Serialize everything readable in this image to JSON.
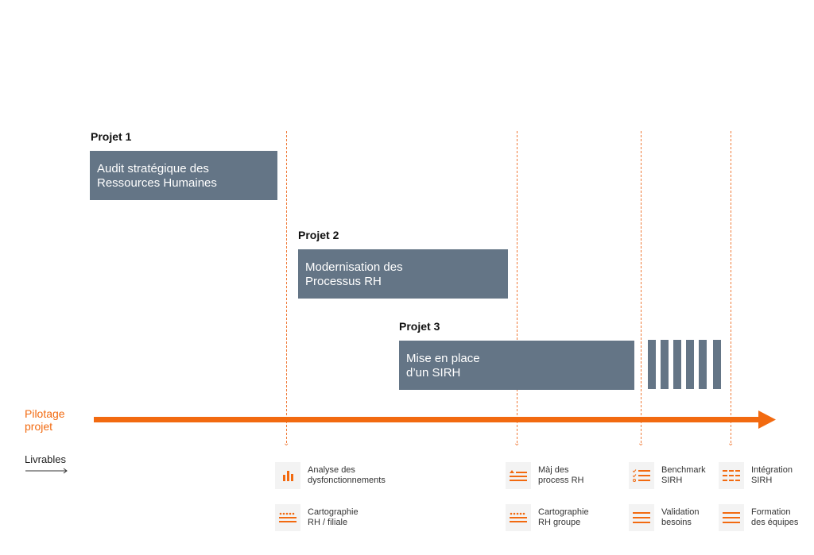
{
  "projects": [
    {
      "title": "Projet 1",
      "bar_lines": [
        "Audit stratégique des",
        "Ressources Humaines"
      ]
    },
    {
      "title": "Projet 2",
      "bar_lines": [
        "Modernisation des",
        "Processus RH"
      ]
    },
    {
      "title": "Projet 3",
      "bar_lines": [
        "Mise en place",
        "d’un SIRH"
      ]
    }
  ],
  "pilotage": {
    "line1": "Pilotage",
    "line2": "projet"
  },
  "livrables_label": "Livrables",
  "deliverables": [
    {
      "lines": [
        "Analyse des",
        "dysfonctionnements"
      ],
      "icon": "bar-chart-icon"
    },
    {
      "lines": [
        "Cartographie",
        "RH / filiale"
      ],
      "icon": "stars-list-icon"
    },
    {
      "lines": [
        "Màj des",
        "process RH"
      ],
      "icon": "image-list-icon"
    },
    {
      "lines": [
        "Cartographie",
        "RH groupe"
      ],
      "icon": "stars-list-icon"
    },
    {
      "lines": [
        "Benchmark",
        "SIRH"
      ],
      "icon": "checklist-icon"
    },
    {
      "lines": [
        "Validation",
        "besoins"
      ],
      "icon": "lines-icon"
    },
    {
      "lines": [
        "Intégration",
        "SIRH"
      ],
      "icon": "dashed-lines-icon"
    },
    {
      "lines": [
        "Formation",
        "des équipes"
      ],
      "icon": "lines-icon"
    }
  ],
  "colors": {
    "accent": "#f26a10",
    "bar": "#647586",
    "icon_bg": "#f3f3f3"
  }
}
